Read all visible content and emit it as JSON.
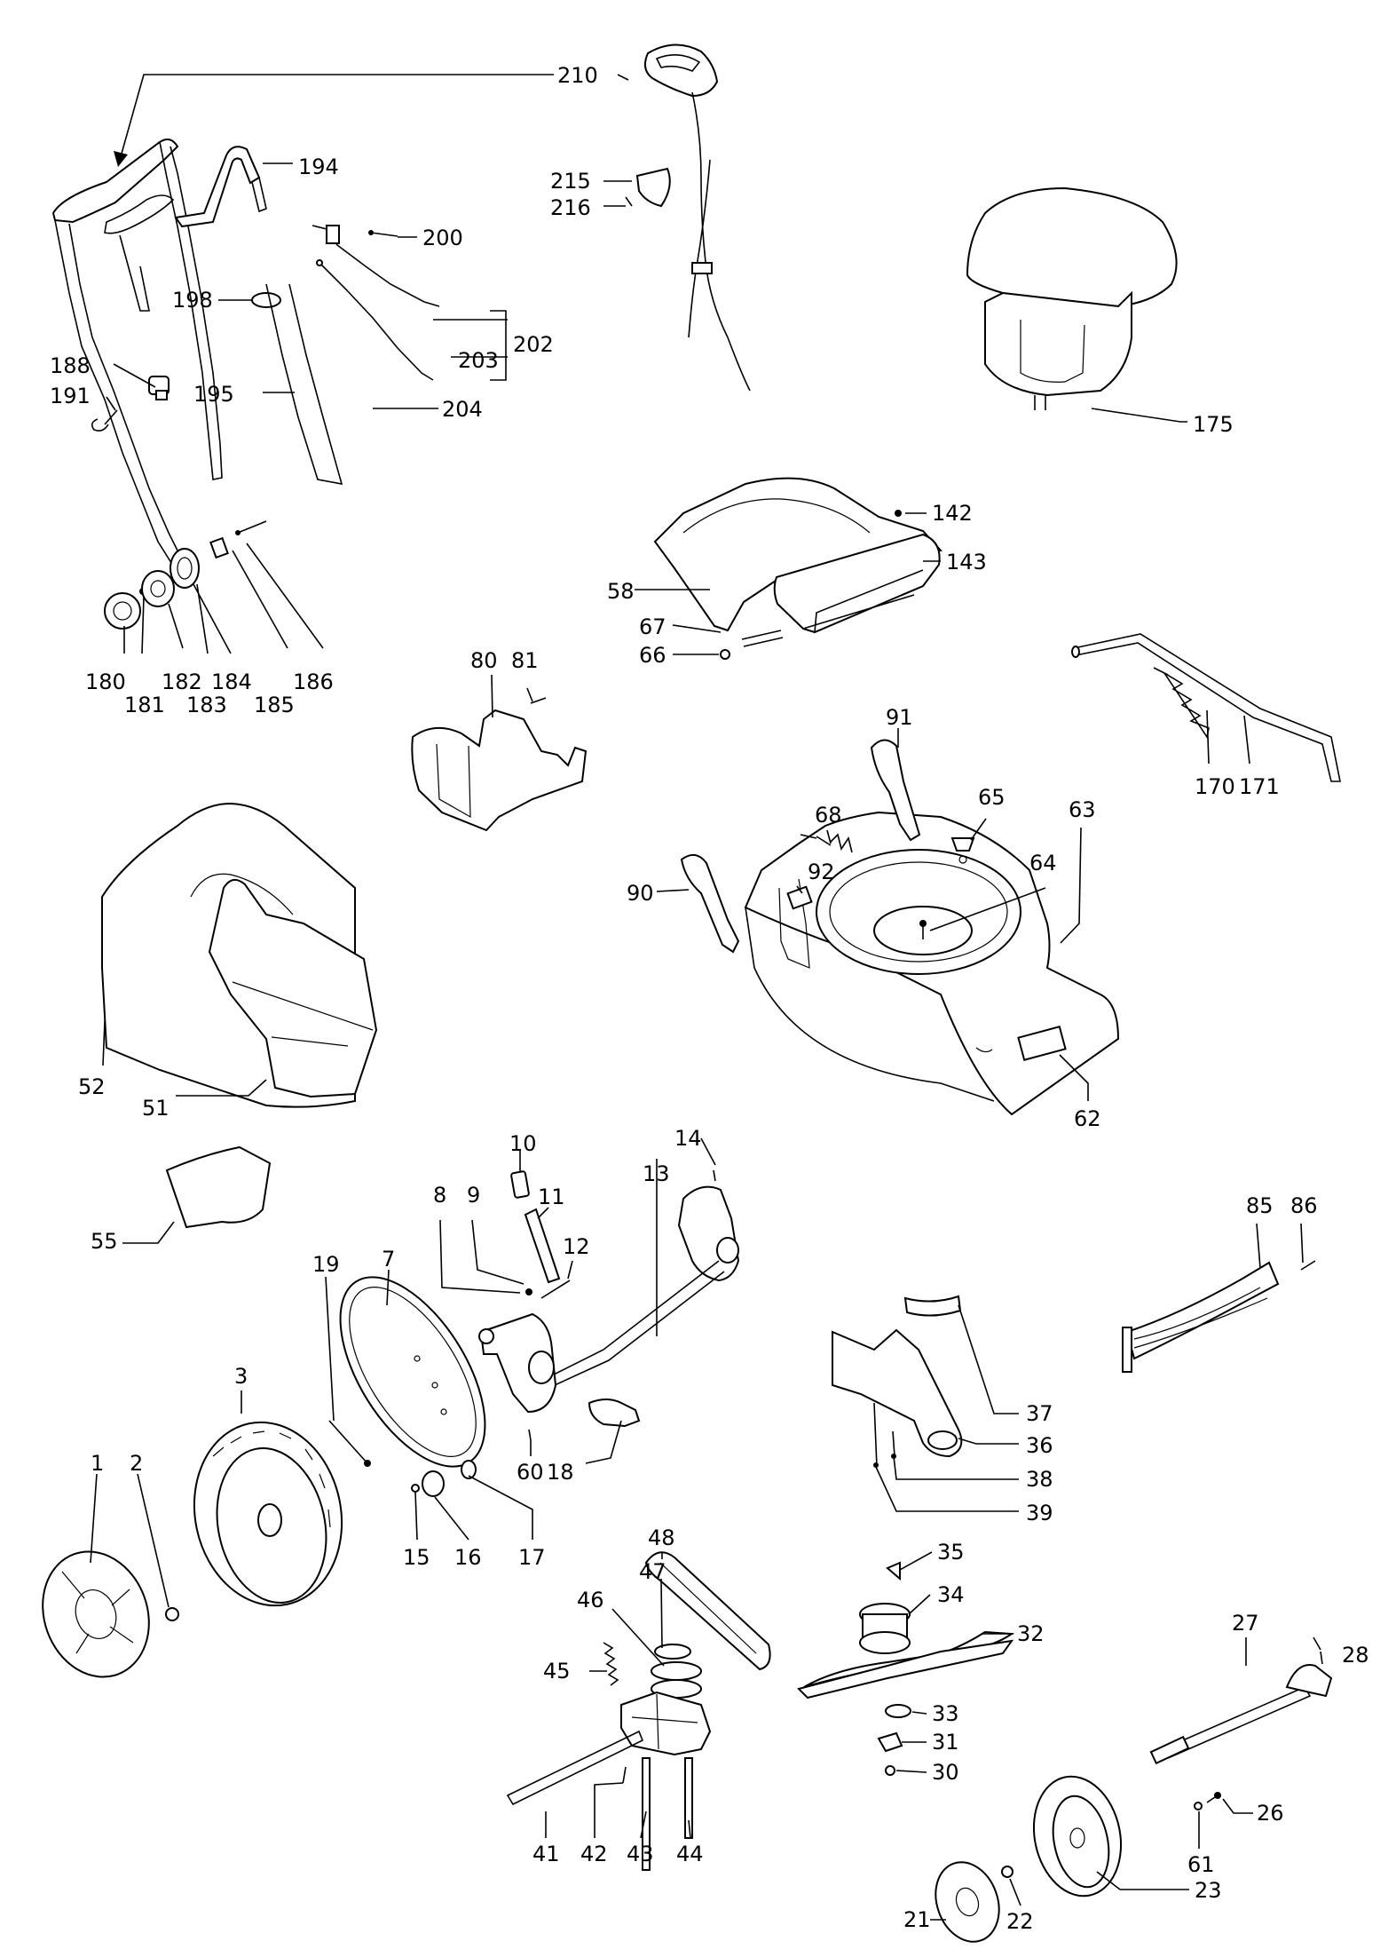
{
  "callouts": {
    "p210": "210",
    "p194": "194",
    "p215": "215",
    "p216": "216",
    "p200": "200",
    "p198": "198",
    "p202": "202",
    "p203": "203",
    "p188": "188",
    "p191": "191",
    "p195": "195",
    "p204": "204",
    "p175": "175",
    "p142": "142",
    "p143": "143",
    "p58": "58",
    "p67": "67",
    "p66": "66",
    "p180": "180",
    "p181": "181",
    "p182": "182",
    "p183": "183",
    "p184": "184",
    "p185": "185",
    "p186": "186",
    "p80": "80",
    "p81": "81",
    "p91": "91",
    "p170": "170",
    "p171": "171",
    "p65": "65",
    "p63": "63",
    "p68": "68",
    "p64": "64",
    "p90": "90",
    "p92": "92",
    "p52": "52",
    "p51": "51",
    "p62": "62",
    "p14": "14",
    "p13": "13",
    "p10": "10",
    "p8": "8",
    "p9": "9",
    "p11": "11",
    "p12": "12",
    "p55": "55",
    "p85": "85",
    "p86": "86",
    "p19": "19",
    "p7": "7",
    "p3": "3",
    "p37": "37",
    "p36": "36",
    "p38": "38",
    "p39": "39",
    "p60": "60",
    "p18": "18",
    "p1": "1",
    "p2": "2",
    "p15": "15",
    "p16": "16",
    "p17": "17",
    "p35": "35",
    "p48": "48",
    "p47": "47",
    "p34": "34",
    "p46": "46",
    "p32": "32",
    "p45": "45",
    "p27": "27",
    "p28": "28",
    "p33": "33",
    "p31": "31",
    "p30": "30",
    "p26": "26",
    "p61": "61",
    "p41": "41",
    "p42": "42",
    "p43": "43",
    "p44": "44",
    "p23": "23",
    "p21": "21",
    "p22": "22"
  }
}
